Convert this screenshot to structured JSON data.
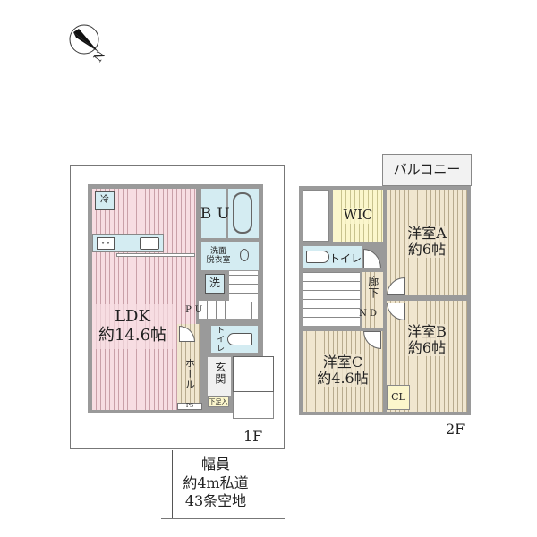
{
  "compass": {
    "label": "N",
    "icon": "north-arrow-icon"
  },
  "floor1": {
    "label": "1F",
    "rooms": {
      "ldk": {
        "name": "LDK",
        "size": "約14.6帖"
      },
      "ub": {
        "name": "U B"
      },
      "washroom": {
        "line1": "洗面",
        "line2": "脱衣室"
      },
      "fridge": {
        "label": "冷"
      },
      "washer": {
        "label": "洗"
      },
      "stairs_up": {
        "label": "U P"
      },
      "toilet": {
        "label": "トイレ"
      },
      "hall": {
        "label": "ホール"
      },
      "entrance": {
        "label": "玄関"
      },
      "shoe_storage": {
        "label": "下足入"
      },
      "ps": {
        "label": "PS"
      }
    }
  },
  "floor2": {
    "label": "2F",
    "rooms": {
      "balcony": {
        "name": "バルコニー"
      },
      "wic": {
        "name": "WIC"
      },
      "room_a": {
        "name": "洋室A",
        "size": "約6帖"
      },
      "room_b": {
        "name": "洋室B",
        "size": "約6帖"
      },
      "room_c": {
        "name": "洋室C",
        "size": "約4.6帖"
      },
      "toilet": {
        "label": "トイレ"
      },
      "corridor": {
        "label": "廊下"
      },
      "stairs_dn": {
        "label": "D N"
      },
      "closet": {
        "label": "CL"
      }
    }
  },
  "road": {
    "line1": "幅員",
    "line2": "約4m私道",
    "line3": "43条空地"
  },
  "colors": {
    "ldk": "#f7dde2",
    "bedroom": "#f0e6cf",
    "wic": "#fbf6cc",
    "wet_area": "#d4ecf2",
    "wall": "#9a9a9a"
  }
}
